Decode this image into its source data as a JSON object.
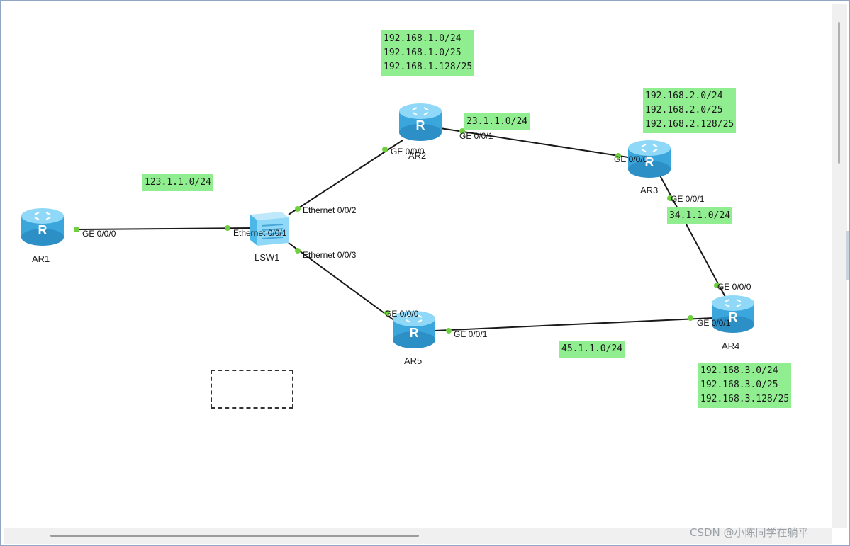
{
  "devices": {
    "ar1": "AR1",
    "ar2": "AR2",
    "ar3": "AR3",
    "ar4": "AR4",
    "ar5": "AR5",
    "lsw1": "LSW1"
  },
  "ports": {
    "ar1_ge000": "GE 0/0/0",
    "lsw1_eth001": "Ethernet 0/0/1",
    "lsw1_eth002": "Ethernet 0/0/2",
    "lsw1_eth003": "Ethernet 0/0/3",
    "ar2_ge000": "GE 0/0/0",
    "ar2_ge001": "GE 0/0/1",
    "ar3_ge000": "GE 0/0/0",
    "ar3_ge001": "GE 0/0/1",
    "ar4_ge000": "GE 0/0/0",
    "ar4_ge001": "GE 0/0/1",
    "ar5_ge000": "GE 0/0/0",
    "ar5_ge001": "GE 0/0/1"
  },
  "networks": {
    "ar2_lans": [
      "192.168.1.0/24",
      "192.168.1.0/25",
      "192.168.1.128/25"
    ],
    "ar3_lans": [
      "192.168.2.0/24",
      "192.168.2.0/25",
      "192.168.2.128/25"
    ],
    "ar4_lans": [
      "192.168.3.0/24",
      "192.168.3.0/25",
      "192.168.3.128/25"
    ],
    "link_123": "123.1.1.0/24",
    "link_23": "23.1.1.0/24",
    "link_34": "34.1.1.0/24",
    "link_45": "45.1.1.0/24"
  },
  "icons": {
    "router": "router-icon",
    "switch": "switch-icon"
  },
  "colors": {
    "net_label_bg": "#90ee90",
    "port_dot": "#6fcf3f",
    "router_body": "#4cb8ea",
    "link_line": "#1a1a1a"
  },
  "watermark": "CSDN @小陈同学在躺平"
}
